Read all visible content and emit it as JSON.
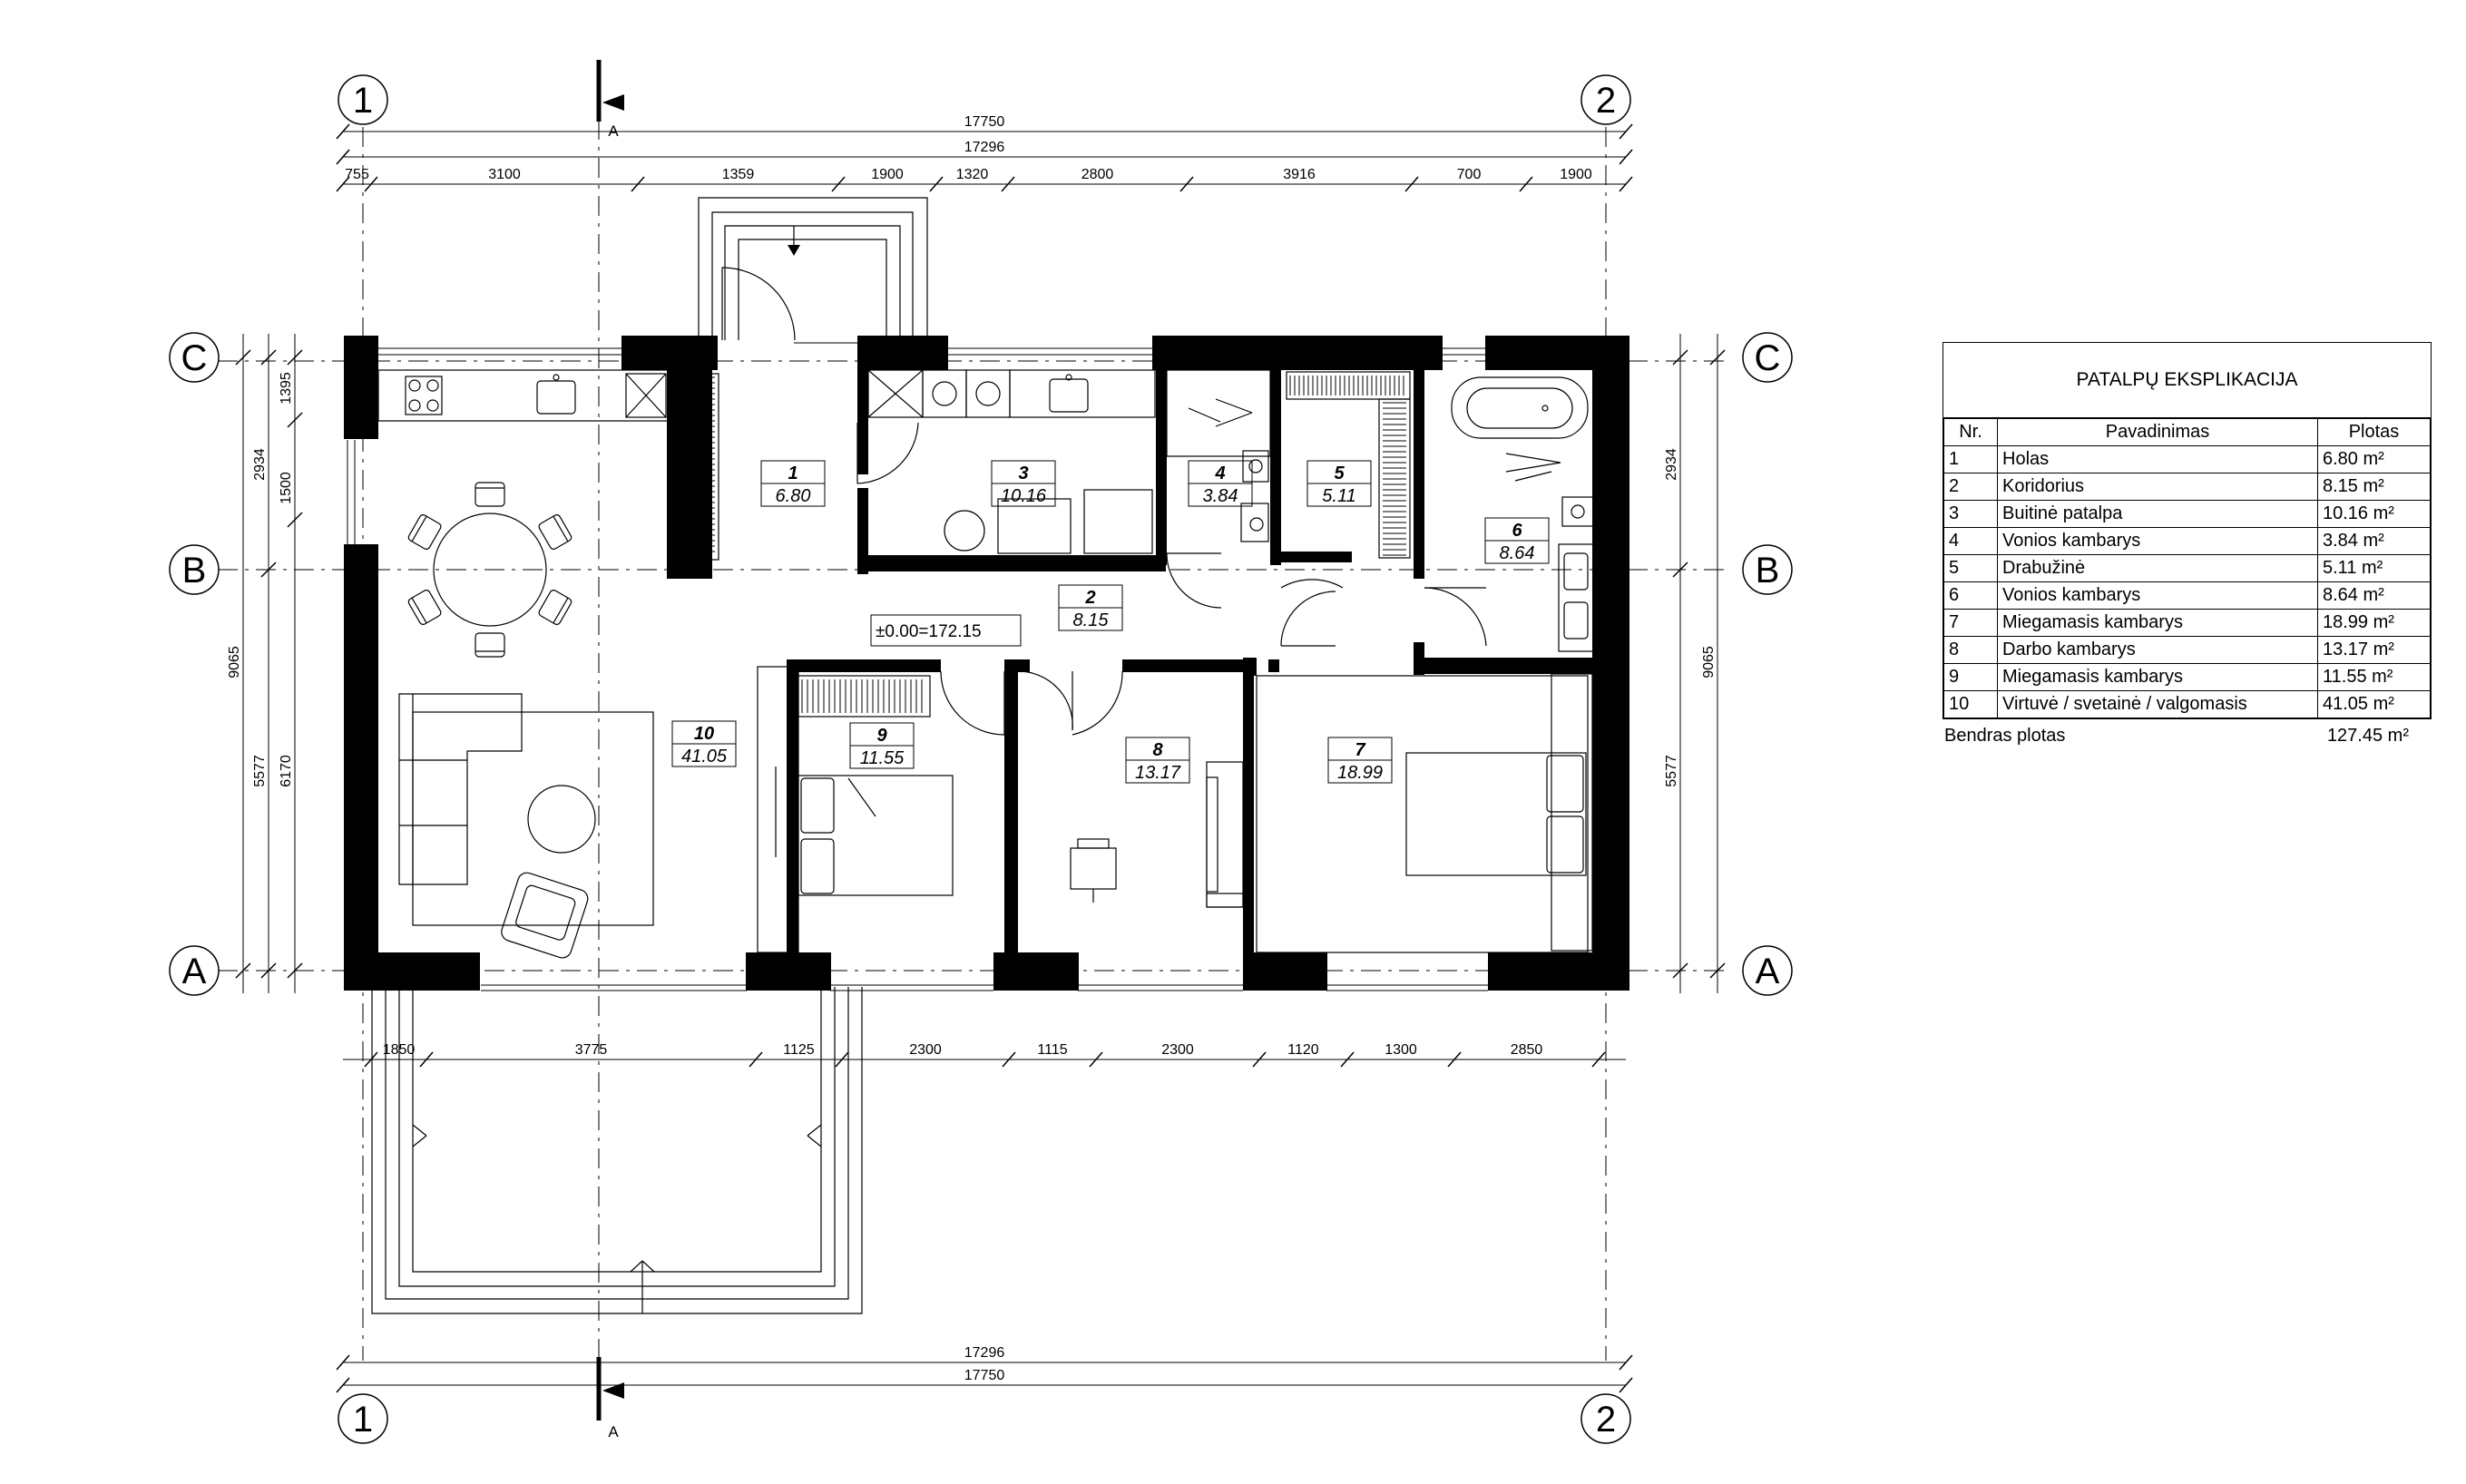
{
  "axes": {
    "col_1": "1",
    "col_2": "2",
    "row_a": "A",
    "row_b": "B",
    "row_c": "C",
    "section_mark": "A"
  },
  "dims": {
    "top_overall_outer": "17750",
    "top_overall_inner": "17296",
    "top_segments": [
      "755",
      "3100",
      "1359",
      "1900",
      "1320",
      "2800",
      "3916",
      "700",
      "1900"
    ],
    "bottom_segments": [
      "1850",
      "3775",
      "1125",
      "2300",
      "1115",
      "2300",
      "1120",
      "1300",
      "2850"
    ],
    "bottom_overall_inner": "17296",
    "bottom_overall_outer": "17750",
    "left_overall": "9065",
    "left_half_top": "2934",
    "left_half_bottom": "5577",
    "left_seg_1": "1395",
    "left_seg_2": "1500",
    "left_seg_3": "6170",
    "right_overall": "9065",
    "right_top": "2934",
    "right_bottom": "5577"
  },
  "level_mark": "±0.00=172.15",
  "rooms": [
    {
      "num": "1",
      "area": "6.80"
    },
    {
      "num": "2",
      "area": "8.15"
    },
    {
      "num": "3",
      "area": "10.16"
    },
    {
      "num": "4",
      "area": "3.84"
    },
    {
      "num": "5",
      "area": "5.11"
    },
    {
      "num": "6",
      "area": "8.64"
    },
    {
      "num": "7",
      "area": "18.99"
    },
    {
      "num": "8",
      "area": "13.17"
    },
    {
      "num": "9",
      "area": "11.55"
    },
    {
      "num": "10",
      "area": "41.05"
    }
  ],
  "legend": {
    "title": "PATALPŲ EKSPLIKACIJA",
    "headers": {
      "nr": "Nr.",
      "name": "Pavadinimas",
      "area": "Plotas"
    },
    "rows": [
      {
        "nr": "1",
        "name": "Holas",
        "area": "6.80 m²"
      },
      {
        "nr": "2",
        "name": "Koridorius",
        "area": "8.15 m²"
      },
      {
        "nr": "3",
        "name": "Buitinė patalpa",
        "area": "10.16 m²"
      },
      {
        "nr": "4",
        "name": "Vonios kambarys",
        "area": "3.84 m²"
      },
      {
        "nr": "5",
        "name": "Drabužinė",
        "area": "5.11 m²"
      },
      {
        "nr": "6",
        "name": "Vonios kambarys",
        "area": "8.64 m²"
      },
      {
        "nr": "7",
        "name": "Miegamasis kambarys",
        "area": "18.99 m²"
      },
      {
        "nr": "8",
        "name": "Darbo kambarys",
        "area": "13.17 m²"
      },
      {
        "nr": "9",
        "name": "Miegamasis kambarys",
        "area": "11.55 m²"
      },
      {
        "nr": "10",
        "name": "Virtuvė / svetainė / valgomasis",
        "area": "41.05 m²"
      }
    ],
    "total_label": "Bendras plotas",
    "total_value": "127.45 m²"
  }
}
